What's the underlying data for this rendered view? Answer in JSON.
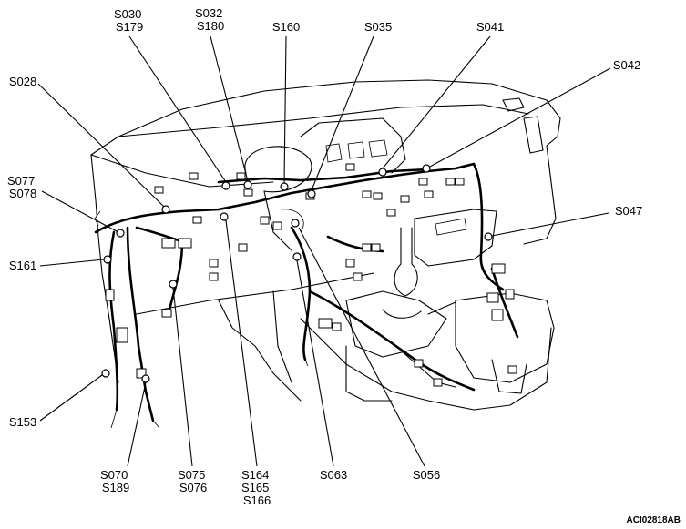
{
  "figure_code": "ACI02818AB",
  "labels": {
    "s030_s179": [
      "S030",
      "S179"
    ],
    "s032_s180": [
      "S032",
      "S180"
    ],
    "s160": [
      "S160"
    ],
    "s035": [
      "S035"
    ],
    "s041": [
      "S041"
    ],
    "s042": [
      "S042"
    ],
    "s028": [
      "S028"
    ],
    "s077_s078": [
      "S077",
      "S078"
    ],
    "s047": [
      "S047"
    ],
    "s161": [
      "S161"
    ],
    "s153": [
      "S153"
    ],
    "s070_s189": [
      "S070",
      "S189"
    ],
    "s075_s076": [
      "S075",
      "S076"
    ],
    "s164_s165_s166": [
      "S164",
      "S165",
      "S166"
    ],
    "s063": [
      "S063"
    ],
    "s056": [
      "S056"
    ]
  }
}
